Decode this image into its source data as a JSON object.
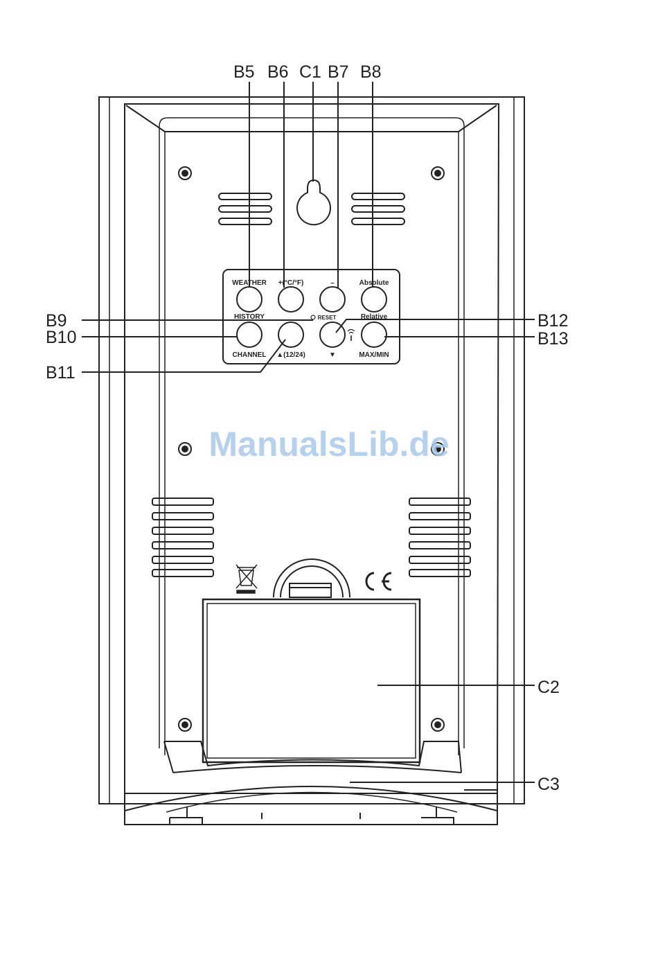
{
  "callouts": {
    "b5": "B5",
    "b6": "B6",
    "c1": "C1",
    "b7": "B7",
    "b8": "B8",
    "b9": "B9",
    "b10": "B10",
    "b11": "B11",
    "b12": "B12",
    "b13": "B13",
    "c2": "C2",
    "c3": "C3"
  },
  "buttons": {
    "weather": "WEATHER",
    "unit": "+(°C/°F)",
    "minus": "–",
    "absolute": "Absolute",
    "history": "HISTORY",
    "reset": "RESET",
    "relative": "Relative",
    "channel": "CHANNEL",
    "hour_mode": "▲(12/24)",
    "down": "▼",
    "maxmin": "MAX/MIN"
  },
  "watermark": "ManualsLib.de",
  "marks": {
    "ce": "CE"
  },
  "icons": [
    "keyhole-icon",
    "screw-icon",
    "weee-bin-icon",
    "ce-mark-icon",
    "signal-icon"
  ],
  "colors": {
    "line": "#222222",
    "watermark": "#a9c9ea"
  }
}
